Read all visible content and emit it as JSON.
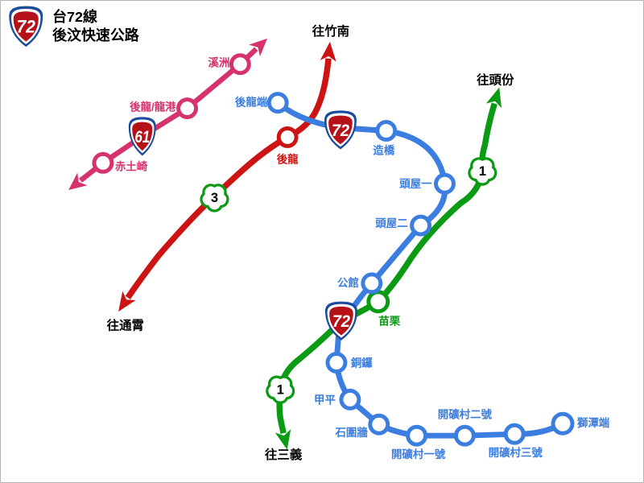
{
  "title": {
    "shield_number": "72",
    "line_name": "台72線",
    "road_name": "後汶快速公路"
  },
  "directions": {
    "north": "往竹南",
    "northeast": "往頭份",
    "southwest": "往通霄",
    "south": "往三義"
  },
  "route72": {
    "shield_number": "72",
    "color": "#3c7ee0",
    "stations": [
      {
        "name": "後龍端"
      },
      {
        "name": "造橋"
      },
      {
        "name": "頭屋一"
      },
      {
        "name": "頭屋二"
      },
      {
        "name": "公館"
      },
      {
        "name": "銅鑼"
      },
      {
        "name": "甲平"
      },
      {
        "name": "石圍牆"
      },
      {
        "name": "開礦村一號"
      },
      {
        "name": "開礦村二號"
      },
      {
        "name": "開礦村三號"
      },
      {
        "name": "獅潭端"
      }
    ]
  },
  "route61": {
    "shield_number": "61",
    "color": "#d6336e",
    "stations": [
      {
        "name": "赤土崎"
      },
      {
        "name": "後龍/龍港"
      },
      {
        "name": "溪洲"
      }
    ]
  },
  "freeway1": {
    "marker_number": "1",
    "color": "#0a9a14",
    "stations": [
      {
        "name": "苗栗"
      }
    ]
  },
  "freeway3": {
    "marker_number": "3",
    "color": "#cc1414",
    "stations": [
      {
        "name": "後龍"
      }
    ]
  }
}
